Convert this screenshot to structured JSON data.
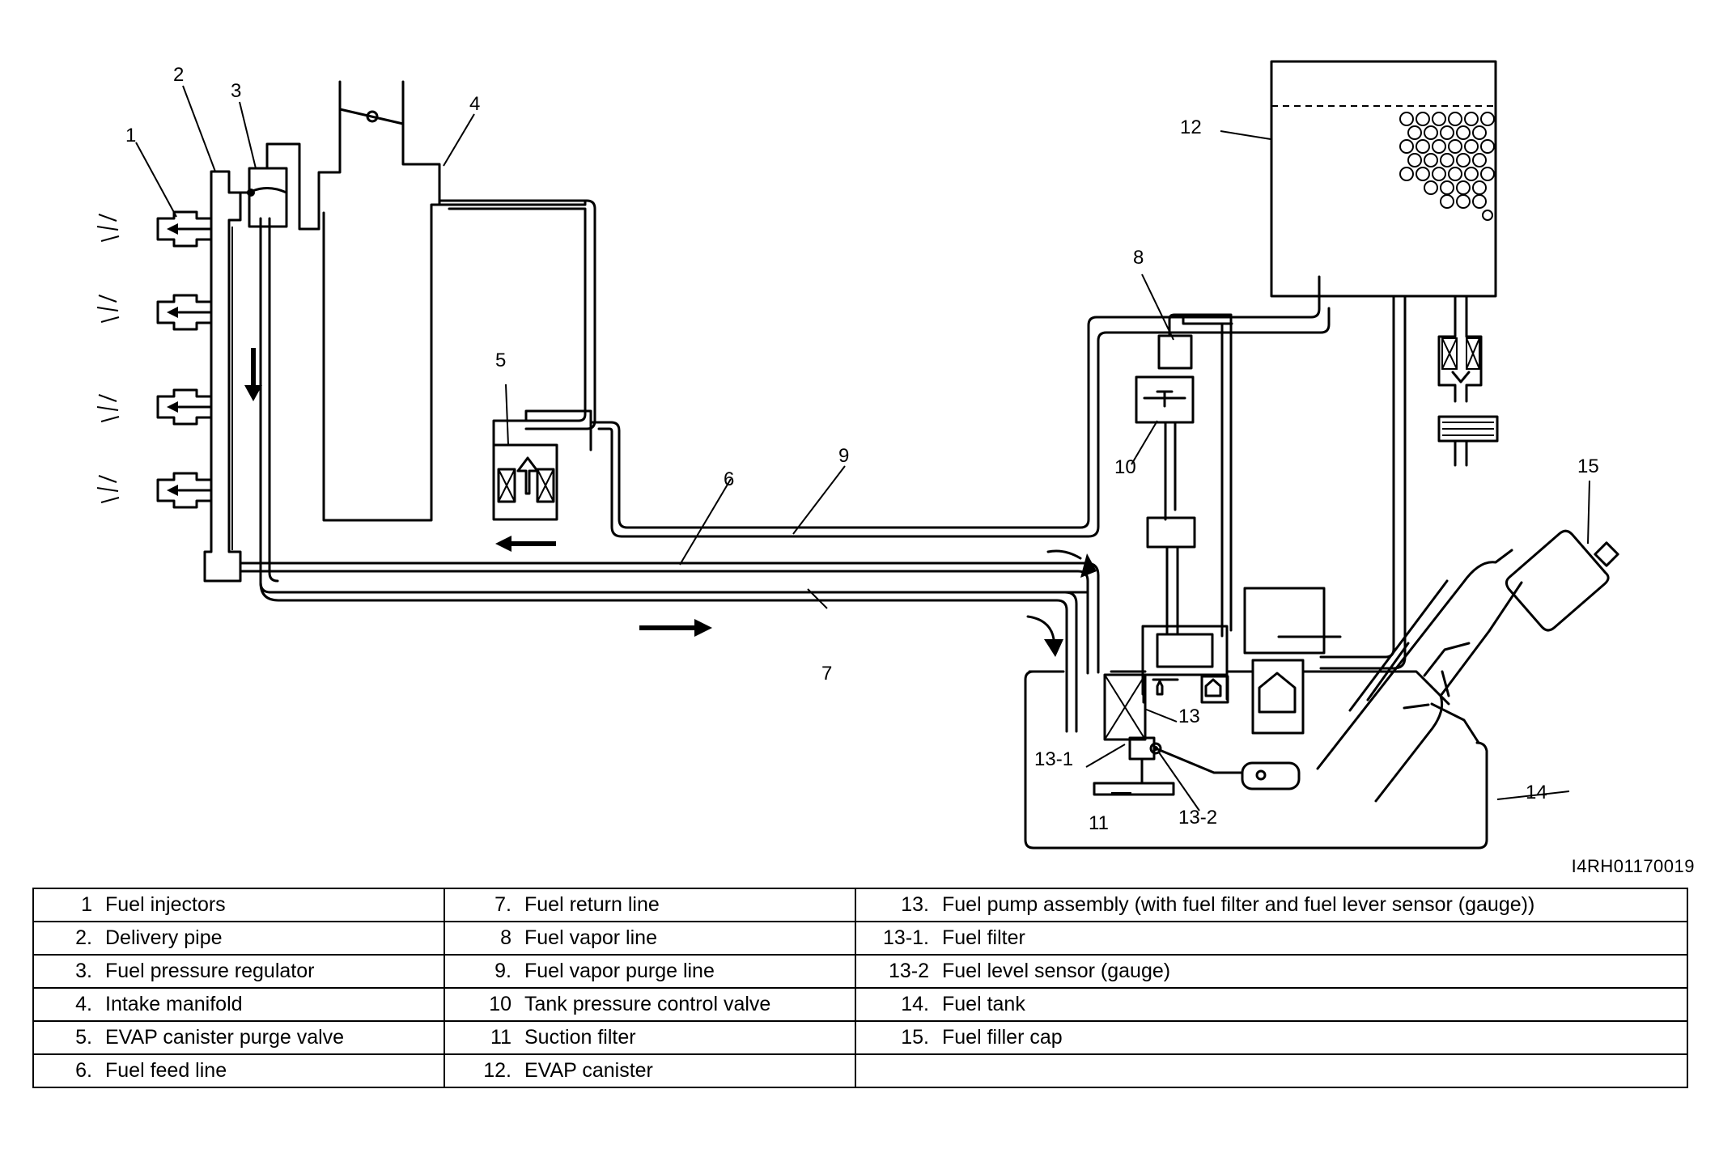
{
  "callouts": {
    "c1": "1",
    "c2": "2",
    "c3": "3",
    "c4": "4",
    "c5": "5",
    "c6": "6",
    "c7": "7",
    "c8": "8",
    "c9": "9",
    "c10": "10",
    "c11": "11",
    "c12": "12",
    "c13": "13",
    "c13_1": "13-1",
    "c13_2": "13-2",
    "c14": "14",
    "c15": "15"
  },
  "figure_id": "I4RH01170019",
  "legend": {
    "rows": [
      [
        {
          "num": "1",
          "label": "Fuel injectors"
        },
        {
          "num": "7.",
          "label": "Fuel return line"
        },
        {
          "num": "13.",
          "label": "Fuel pump assembly (with fuel filter and fuel lever sensor (gauge))"
        }
      ],
      [
        {
          "num": "2.",
          "label": "Delivery pipe"
        },
        {
          "num": "8",
          "label": "Fuel vapor line"
        },
        {
          "num": "13-1.",
          "label": "Fuel filter"
        }
      ],
      [
        {
          "num": "3.",
          "label": "Fuel pressure regulator"
        },
        {
          "num": "9.",
          "label": "Fuel vapor purge line"
        },
        {
          "num": "13-2",
          "label": "Fuel level sensor (gauge)"
        }
      ],
      [
        {
          "num": "4.",
          "label": "Intake manifold"
        },
        {
          "num": "10",
          "label": "Tank pressure control valve"
        },
        {
          "num": "14.",
          "label": "Fuel tank"
        }
      ],
      [
        {
          "num": "5.",
          "label": "EVAP canister purge valve"
        },
        {
          "num": "11",
          "label": "Suction filter"
        },
        {
          "num": "15.",
          "label": "Fuel filler cap"
        }
      ],
      [
        {
          "num": "6.",
          "label": "Fuel feed line"
        },
        {
          "num": "12.",
          "label": "EVAP canister"
        },
        {
          "num": "",
          "label": ""
        }
      ]
    ]
  }
}
